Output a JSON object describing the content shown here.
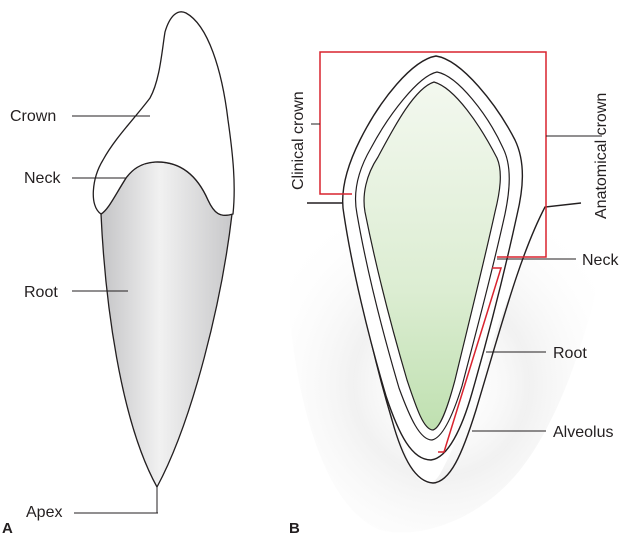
{
  "panel_a": {
    "letter": "A",
    "labels": {
      "crown": "Crown",
      "neck": "Neck",
      "root": "Root",
      "apex": "Apex"
    }
  },
  "panel_b": {
    "letter": "B",
    "labels": {
      "clinical_crown": "Clinical crown",
      "anatomical_crown": "Anatomical crown",
      "neck": "Neck",
      "root": "Root",
      "alveolus": "Alveolus"
    }
  },
  "colors": {
    "bracket": "#d9232e",
    "outline": "#231f20",
    "pulp": "#cfe6c2",
    "root_shade": "#c9c9cb"
  }
}
